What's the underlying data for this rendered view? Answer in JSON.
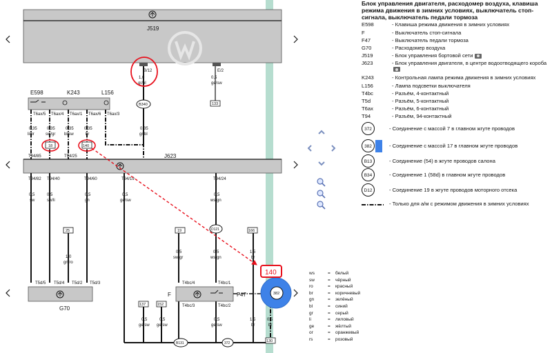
{
  "legend": {
    "title": "Блок управления двигателя, расходомер воздуха, клавиша режима движения в зимних условиях, выключатель стоп-сигнала, выключатель педали тормоза",
    "items": [
      {
        "code": "E598",
        "desc": "- Клавиша режима движения в зимних условиях"
      },
      {
        "code": "F",
        "desc": "- Выключатель стоп-сигнала"
      },
      {
        "code": "F47",
        "desc": "- Выключатель педали тормоза"
      },
      {
        "code": "G70",
        "desc": "- Расходомер воздуха"
      },
      {
        "code": "J519",
        "desc": "- Блок управления бортовой сети"
      },
      {
        "code": "J623",
        "desc": "- Блок управления двигателя, в центре водоотводящего короба"
      },
      {
        "code": "K243",
        "desc": "- Контрольная лампа режима движения в зимних условиях"
      },
      {
        "code": "L156",
        "desc": "- Лампа подсветки выключателя"
      },
      {
        "code": "T4bc",
        "desc": "- Разъём, 4-контактный"
      },
      {
        "code": "T5d",
        "desc": "- Разъём, 5-контактный"
      },
      {
        "code": "T6ax",
        "desc": "- Разъём, 6-контактный"
      },
      {
        "code": "T94",
        "desc": "- Разъём, 94-контактный"
      }
    ],
    "symbols": [
      {
        "num": "372",
        "desc": "- Соединение с массой 7 в главном жгуте проводов"
      },
      {
        "num": "382",
        "desc": "- Соединение с массой 17 в главном жгуте проводов"
      },
      {
        "num": "B13",
        "desc": "- Соединение (54) в жгуте проводов салона"
      },
      {
        "num": "B34",
        "desc": "- Соединение 1 (58d) в главном жгуте проводов"
      },
      {
        "num": "D12",
        "desc": "- Соединение 19 в жгуте проводов моторного отсека"
      }
    ],
    "winter_line": "- Только для а/м с режимом движения в зимних условиях"
  },
  "colors": [
    {
      "code": "ws",
      "name": "белый"
    },
    {
      "code": "sw",
      "name": "чёрный"
    },
    {
      "code": "ro",
      "name": "красный"
    },
    {
      "code": "br",
      "name": "коричневый"
    },
    {
      "code": "gn",
      "name": "зелёный"
    },
    {
      "code": "bl",
      "name": "синий"
    },
    {
      "code": "gr",
      "name": "серый"
    },
    {
      "code": "li",
      "name": "лиловый"
    },
    {
      "code": "ge",
      "name": "жёлтый"
    },
    {
      "code": "or",
      "name": "оранжевый"
    },
    {
      "code": "rs",
      "name": "розовый"
    }
  ],
  "diagram": {
    "j519": "J519",
    "j623": "J623",
    "e598": "E598",
    "k243": "K243",
    "l156": "L156",
    "g70": "G70",
    "f": "F",
    "f47": "F47",
    "pin_b12": "B/12",
    "pin_e2": "E/2",
    "w_b12": "1,0",
    "w_b12_col": "gr/bl",
    "w_e2": "0,5",
    "w_e2_col": "ge/sw",
    "box_133": "133",
    "b340": "B340",
    "t6ax5": "T6ax/5",
    "t6ax4": "T6ax/4",
    "t6ax1": "T6ax/1",
    "t6ax6": "T6ax/6",
    "t6ax3": "T6ax/3",
    "w1": "0,35",
    "c1": "li/br",
    "w2": "0,35",
    "c2": "sw/gr",
    "w3": "0,35",
    "c3": "bl/sw",
    "w4": "0,35",
    "c4": "br",
    "w5": "0,35",
    "c5": "gr/bl",
    "box_18": "18",
    "box_140": "140",
    "t94_85": "T94/85",
    "t94_25": "T94/25",
    "t94_82": "T94/82",
    "t94_40": "T94/40",
    "t94_60": "T94/60",
    "t94_19": "T94/19",
    "t94_24": "T94/24",
    "b1": "0,5",
    "bc1": "sw",
    "b2": "0,5",
    "bc2": "sw/li",
    "b3": "0,5",
    "bc3": "gn",
    "b4": "0,5",
    "bc4": "ge/sw",
    "b5": "0,5",
    "bc5": "ws/gn",
    "box_25": "25",
    "g_w": "1,0",
    "g_c": "gn/ro",
    "t5d5": "T5d/5",
    "t5d4": "T5d/4",
    "t5d2": "T5d/2",
    "t5d3": "T5d/3",
    "box_19": "19",
    "d121": "D121",
    "box_166": "166",
    "f_w1": "0,5",
    "f_c1": "sw/gr",
    "f_w2": "0,5",
    "f_c2": "ws/gn",
    "f_w3": "1,5",
    "f_c3": "br",
    "t4bc4": "T4bc/4",
    "t4bc1": "T4bc/1",
    "t4bc3": "T4bc/3",
    "t4bc2": "T4bc/2",
    "box_137": "137",
    "box_152": "152",
    "l_w1": "0,5",
    "l_c1": "ge/sw",
    "l_w2": "0,5",
    "l_c2": "ge/sw",
    "l_w3": "0,5",
    "l_c3": "ge/sw",
    "l_w4": "1,5",
    "l_c4": "br",
    "l_w5": "0,5",
    "l_c5": "br",
    "b131": "B131",
    "gnd_372": "372",
    "gnd_382": "382",
    "box_130": "130",
    "callout_140": "140"
  },
  "accent": {
    "red": "#e8101c",
    "blue": "#3e82e8",
    "teal": "#b2dccd"
  }
}
